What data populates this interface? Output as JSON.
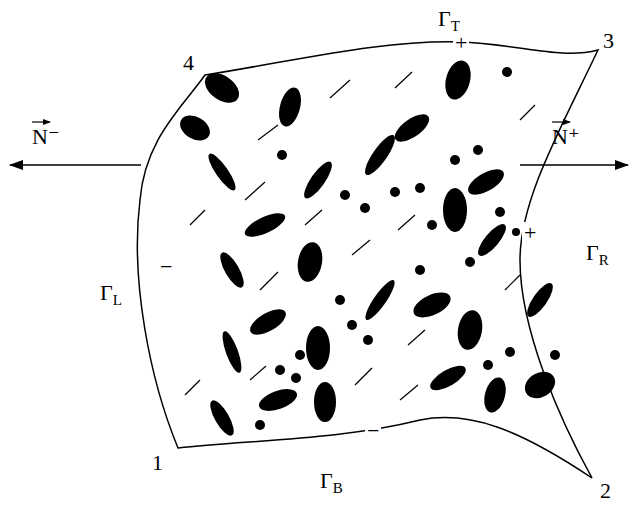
{
  "diagram": {
    "labels": [
      "4",
      "3",
      "1",
      "2",
      "ΓT",
      "ΓR",
      "ΓB",
      "ΓL",
      "+",
      "+",
      "−",
      "−",
      "N⁻",
      "N⁺"
    ]
  }
}
